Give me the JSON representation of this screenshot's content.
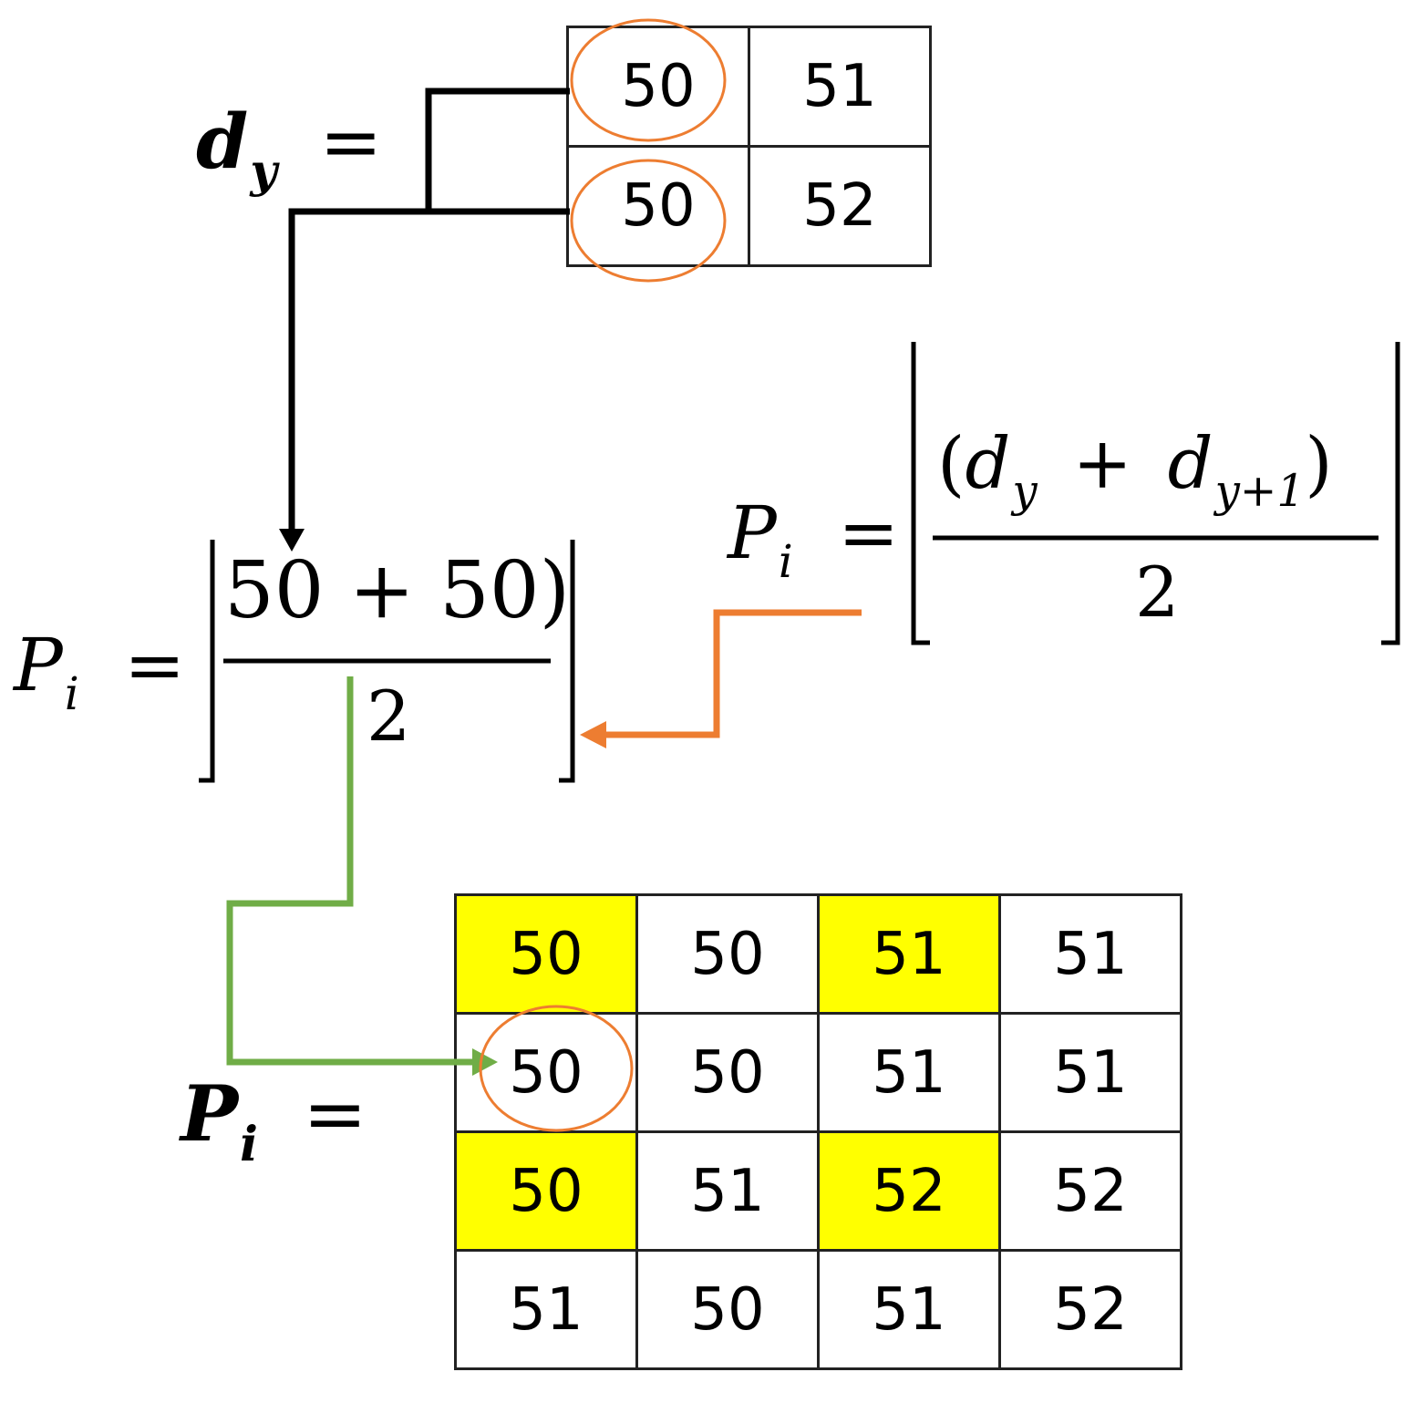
{
  "dy_label": {
    "symbol": "d",
    "subscript": "y",
    "eq": "="
  },
  "dy_table": [
    [
      "50",
      "51"
    ],
    [
      "50",
      "52"
    ]
  ],
  "formula_general": {
    "lhs_symbol": "P",
    "lhs_sub": "i",
    "eq": "=",
    "numerator": "(d_y + d_{y+1})",
    "num_open": "(",
    "num_d1": "d",
    "num_d1_sub": "y",
    "num_plus": "+",
    "num_d2": "d",
    "num_d2_sub": "y+1",
    "num_close": ")",
    "denominator": "2"
  },
  "formula_applied": {
    "lhs_symbol": "P",
    "lhs_sub": "i",
    "eq": "=",
    "numerator": "50 + 50)",
    "denominator": "2"
  },
  "pi_label": {
    "symbol": "P",
    "subscript": "i",
    "eq": "="
  },
  "pi_table": [
    [
      "50",
      "50",
      "51",
      "51"
    ],
    [
      "50",
      "50",
      "51",
      "51"
    ],
    [
      "50",
      "51",
      "52",
      "52"
    ],
    [
      "51",
      "50",
      "51",
      "52"
    ]
  ],
  "pi_highlight": [
    [
      true,
      false,
      true,
      false
    ],
    [
      false,
      false,
      false,
      false
    ],
    [
      true,
      false,
      true,
      false
    ],
    [
      false,
      false,
      false,
      false
    ]
  ],
  "colors": {
    "highlight": "#ffff00",
    "circle": "#ed7d31",
    "orange_arrow": "#ed7d31",
    "green_arrow": "#70ad47",
    "black_arrow": "#000000"
  }
}
